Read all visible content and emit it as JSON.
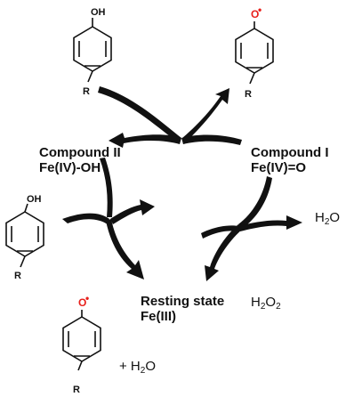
{
  "states": {
    "compound_ii": {
      "name": "Compound II",
      "formula": "Fe(IV)-OH"
    },
    "compound_i": {
      "name": "Compound I",
      "formula": "Fe(IV)=O"
    },
    "resting": {
      "name": "Resting state",
      "formula": "Fe(III)"
    }
  },
  "molecules": {
    "phenol_label": "OH",
    "radical_label": "O",
    "radical_dot": "•",
    "substituent": "R"
  },
  "products": {
    "water": {
      "main": "H",
      "sub": "2",
      "tail": "O"
    },
    "peroxide": {
      "main": "H",
      "sub": "2",
      "mid": "O",
      "sub2": "2"
    },
    "plus_water": {
      "prefix": "+ H",
      "sub": "2",
      "tail": "O"
    }
  },
  "colors": {
    "radical": "#e8201b",
    "ink": "#111111"
  }
}
